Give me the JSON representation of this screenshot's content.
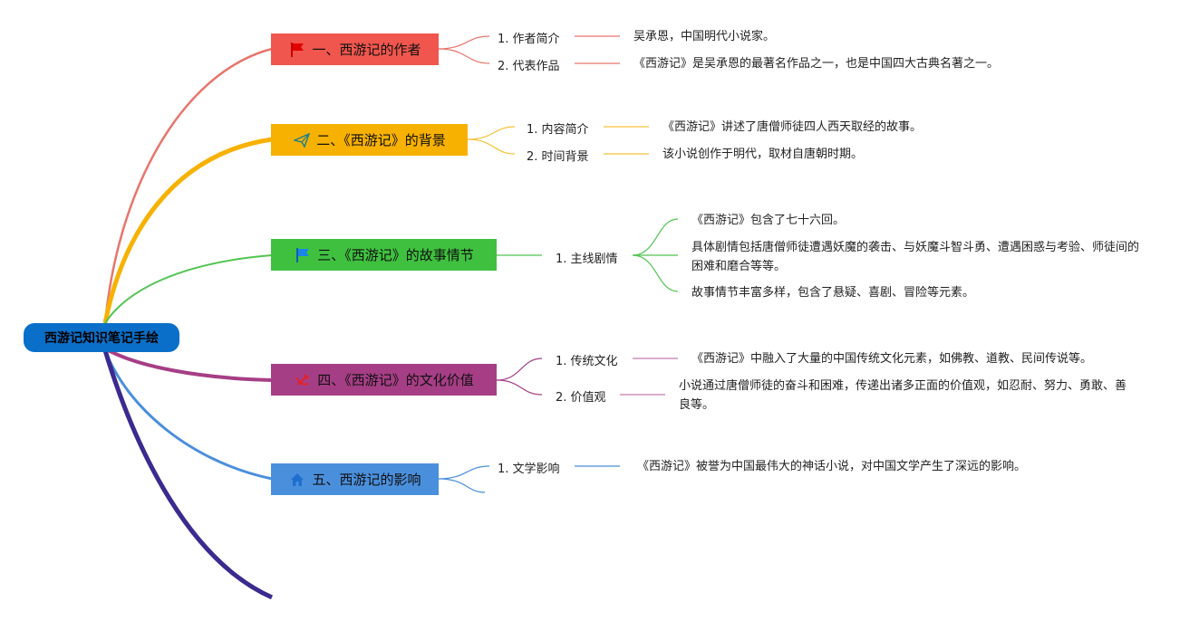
{
  "root": {
    "label": "西游记知识笔记手绘"
  },
  "colors": {
    "root": "#0a6fc8",
    "b1": "#f0564d",
    "b2": "#f7b100",
    "b3": "#3fc13f",
    "b4": "#a63e85",
    "b5": "#4a8fdc",
    "tail": "#3b2a8f"
  },
  "branches": [
    {
      "label": "一、西游记的作者",
      "icon": "red-flag-icon",
      "subs": [
        {
          "label": "1. 作者简介",
          "leaf": "吴承恩，中国明代小说家。"
        },
        {
          "label": "2. 代表作品",
          "leaf": "《西游记》是吴承恩的最著名作品之一，也是中国四大古典名著之一。"
        }
      ]
    },
    {
      "label": "二、《西游记》的背景",
      "icon": "paper-plane-icon",
      "subs": [
        {
          "label": "1. 内容简介",
          "leaf": "《西游记》讲述了唐僧师徒四人西天取经的故事。"
        },
        {
          "label": "2. 时间背景",
          "leaf": "该小说创作于明代，取材自唐朝时期。"
        }
      ]
    },
    {
      "label": "三、《西游记》的故事情节",
      "icon": "blue-flag-icon",
      "subs": [
        {
          "label": "1. 主线剧情",
          "leaves": [
            "《西游记》包含了七十六回。",
            "具体剧情包括唐僧师徒遭遇妖魔的袭击、与妖魔斗智斗勇、遭遇困惑与考验、师徒间的困难和磨合等等。",
            "故事情节丰富多样，包含了悬疑、喜剧、冒险等元素。"
          ]
        }
      ]
    },
    {
      "label": "四、《西游记》的文化价值",
      "icon": "hammer-sickle-icon",
      "subs": [
        {
          "label": "1. 传统文化",
          "leaf": "《西游记》中融入了大量的中国传统文化元素，如佛教、道教、民间传说等。"
        },
        {
          "label": "2. 价值观",
          "leaf": "小说通过唐僧师徒的奋斗和困难，传递出诸多正面的价值观，如忍耐、努力、勇敢、善良等。"
        }
      ]
    },
    {
      "label": "五、西游记的影响",
      "icon": "house-icon",
      "subs": [
        {
          "label": "1. 文学影响",
          "leaf": "《西游记》被誉为中国最伟大的神话小说，对中国文学产生了深远的影响。"
        }
      ]
    }
  ]
}
